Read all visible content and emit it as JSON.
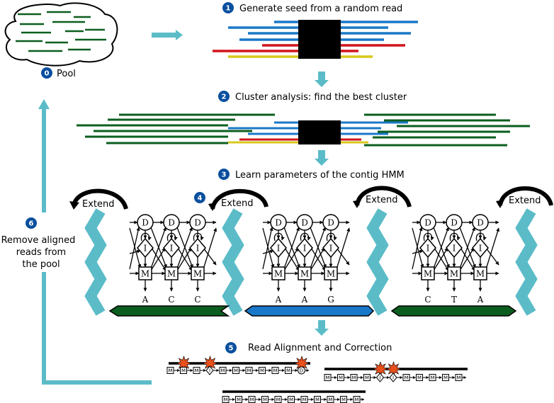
{
  "pool": {
    "badge": "0",
    "label": "Pool"
  },
  "steps": [
    {
      "badge": "1",
      "label": "Generate seed from a random read"
    },
    {
      "badge": "2",
      "label": "Cluster analysis: find the best cluster"
    },
    {
      "badge": "3",
      "label": "Learn parameters of the contig HMM"
    },
    {
      "badge": "4",
      "label": ""
    },
    {
      "badge": "5",
      "label": "Read Alignment and Correction"
    }
  ],
  "step6": {
    "badge": "6",
    "lines": [
      "Remove aligned",
      "reads from",
      "the pool"
    ]
  },
  "extend_label": "Extend",
  "hmm_states": {
    "delete": "D",
    "insert": "I",
    "match": "M"
  },
  "hmm_blocks": [
    {
      "bases": [
        "A",
        "C",
        "C"
      ]
    },
    {
      "bases": [
        "A",
        "A",
        "G"
      ]
    },
    {
      "bases": [
        "C",
        "T",
        "A"
      ]
    }
  ],
  "alignment_rows": [
    {
      "states": [
        "M",
        "M",
        "M",
        "I",
        "M",
        "M",
        "M",
        "M",
        "M",
        "M",
        "D"
      ],
      "errors": [
        1,
        3,
        10
      ]
    },
    {
      "states": [
        "M",
        "M",
        "M",
        "M",
        "I",
        "I",
        "M",
        "M",
        "M",
        "M",
        "M"
      ],
      "errors": [
        4,
        5
      ]
    },
    {
      "states": [
        "M",
        "M",
        "M",
        "M",
        "M",
        "M",
        "M",
        "M",
        "M",
        "M",
        "M"
      ],
      "errors": []
    }
  ],
  "colors": {
    "badge": "#0a4f9e",
    "teal": "#5bbcc8",
    "green": "#0b5e1e",
    "blue": "#1a78c8",
    "red": "#d0141c",
    "yellow": "#d8c81c",
    "black": "#000000",
    "star": "#e8501c"
  }
}
